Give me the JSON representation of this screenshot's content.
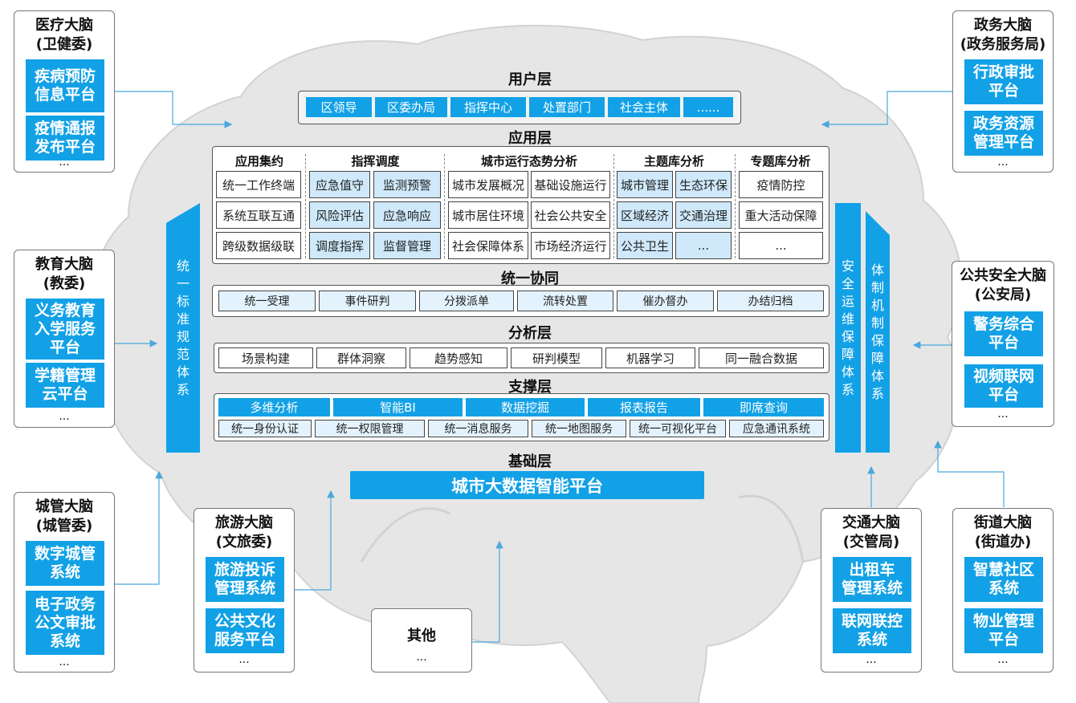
{
  "layers": {
    "user": {
      "title": "用户层",
      "items": [
        "区领导",
        "区委办局",
        "指挥中心",
        "处置部门",
        "社会主体",
        "......"
      ]
    },
    "application": {
      "title": "应用层",
      "groups": [
        {
          "head": "应用集约",
          "cells": [
            "统一工作终端",
            "系统互联互通",
            "跨级数据级联"
          ]
        },
        {
          "head": "指挥调度",
          "cells": [
            "应急值守",
            "监测预警",
            "风险评估",
            "应急响应",
            "调度指挥",
            "监督管理"
          ]
        },
        {
          "head": "城市运行态势分析",
          "cells": [
            "城市发展概况",
            "基础设施运行",
            "城市居住环境",
            "社会公共安全",
            "社会保障体系",
            "市场经济运行"
          ]
        },
        {
          "head": "主题库分析",
          "cells": [
            "城市管理",
            "生态环保",
            "区域经济",
            "交通治理",
            "公共卫生",
            "..."
          ]
        },
        {
          "head": "专题库分析",
          "cells": [
            "疫情防控",
            "重大活动保障",
            "..."
          ]
        }
      ]
    },
    "coordination": {
      "title": "统一协同",
      "items": [
        "统一受理",
        "事件研判",
        "分拨派单",
        "流转处置",
        "催办督办",
        "办结归档"
      ]
    },
    "analysis": {
      "title": "分析层",
      "items": [
        "场景构建",
        "群体洞察",
        "趋势感知",
        "研判模型",
        "机器学习",
        "同一融合数据"
      ]
    },
    "support": {
      "title": "支撑层",
      "top": [
        "多维分析",
        "智能BI",
        "数据挖掘",
        "报表报告",
        "即席查询"
      ],
      "bottom": [
        "统一身份认证",
        "统一权限管理",
        "统一消息服务",
        "统一地图服务",
        "统一可视化平台",
        "应急通讯系统"
      ]
    },
    "base": {
      "title": "基础层",
      "platform": "城市大数据智能平台"
    }
  },
  "vertical_bars": {
    "standard": "统一标准规范体系",
    "security": "安全运维保障体系",
    "institution": "体制机制保障体系"
  },
  "side_brains": {
    "medical": {
      "title": "医疗大脑\n(卫健委)",
      "items": [
        "疾病预防\n信息平台",
        "疫情通报\n发布平台"
      ],
      "more": "..."
    },
    "education": {
      "title": "教育大脑\n(教委)",
      "items": [
        "义务教育\n入学服务\n平台",
        "学籍管理\n云平台"
      ],
      "more": "..."
    },
    "urban": {
      "title": "城管大脑\n(城管委)",
      "items": [
        "数字城管\n系统",
        "电子政务\n公文审批\n系统"
      ],
      "more": "..."
    },
    "tourism": {
      "title": "旅游大脑\n(文旅委)",
      "items": [
        "旅游投诉\n管理系统",
        "公共文化\n服务平台"
      ],
      "more": "..."
    },
    "other": {
      "title": "其他",
      "more": "..."
    },
    "traffic": {
      "title": "交通大脑\n(交管局)",
      "items": [
        "出租车\n管理系统",
        "联网联控\n系统"
      ],
      "more": "..."
    },
    "street": {
      "title": "街道大脑\n(街道办)",
      "items": [
        "智慧社区\n系统",
        "物业管理\n平台"
      ],
      "more": "..."
    },
    "public_security": {
      "title": "公共安全大脑\n(公安局)",
      "items": [
        "警务综合\n平台",
        "视频联网\n平台"
      ],
      "more": "..."
    },
    "government": {
      "title": "政务大脑\n(政务服务局)",
      "items": [
        "行政审批\n平台",
        "政务资源\n管理平台"
      ],
      "more": "..."
    }
  },
  "colors": {
    "accent": "#12a1e6",
    "light": "#e3f2fd",
    "arrow": "#4aa8dc",
    "brain": "#e6e6e6"
  }
}
